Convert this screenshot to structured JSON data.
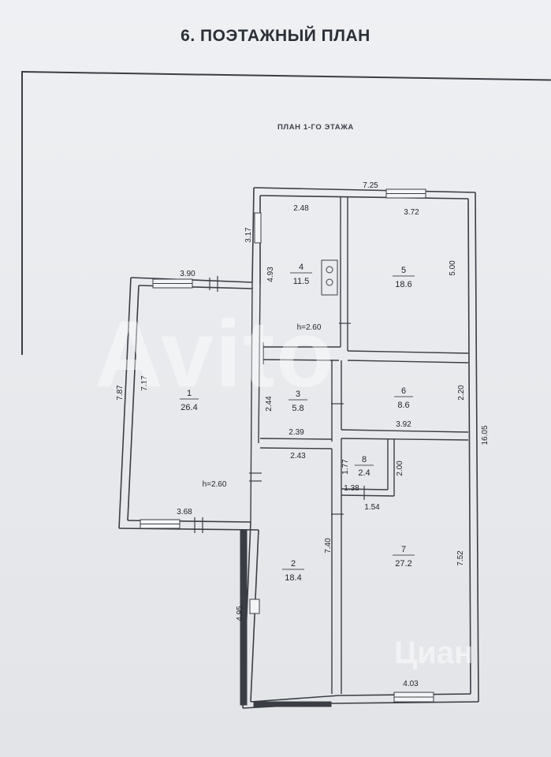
{
  "document": {
    "title": "6. ПОЭТАЖНЫЙ ПЛАН",
    "plan_title": "ПЛАН 1-ГО ЭТАЖА"
  },
  "rooms": {
    "r1": {
      "number": "1",
      "area": "26.4",
      "height": "h=2.60"
    },
    "r2": {
      "number": "2",
      "area": "18.4"
    },
    "r3": {
      "number": "3",
      "area": "5.8"
    },
    "r4": {
      "number": "4",
      "area": "11.5",
      "height": "h=2.60"
    },
    "r5": {
      "number": "5",
      "area": "18.6"
    },
    "r6": {
      "number": "6",
      "area": "8.6"
    },
    "r7": {
      "number": "7",
      "area": "27.2"
    },
    "r8": {
      "number": "8",
      "area": "2.4"
    }
  },
  "dimensions": {
    "top_total": "7.25",
    "r4_top": "2.48",
    "r5_top": "3.72",
    "left_upper_wing": "3.17",
    "r4_height": "4.93",
    "r5_height": "5.00",
    "r1_top": "3.90",
    "r1_outer_height": "7.87",
    "r1_inner_height": "7.17",
    "r1_bottom": "3.68",
    "r3_height": "2.44",
    "r3_bottom": "2.39",
    "r2_top": "2.43",
    "r6_height": "2.20",
    "r7_top": "3.92",
    "total_height": "16.05",
    "r8_height": "1.77",
    "r8_right": "2.00",
    "r8_bottom_left": "1.38",
    "r8_bottom": "1.54",
    "r2_height": "7.40",
    "r7_height": "7.52",
    "r2_left": "4.95",
    "r7_bottom": "4.03"
  },
  "watermarks": {
    "avito": "Avito",
    "cian": "Циан"
  },
  "colors": {
    "wall": "#3a3d44",
    "background": "#e9ebee"
  }
}
